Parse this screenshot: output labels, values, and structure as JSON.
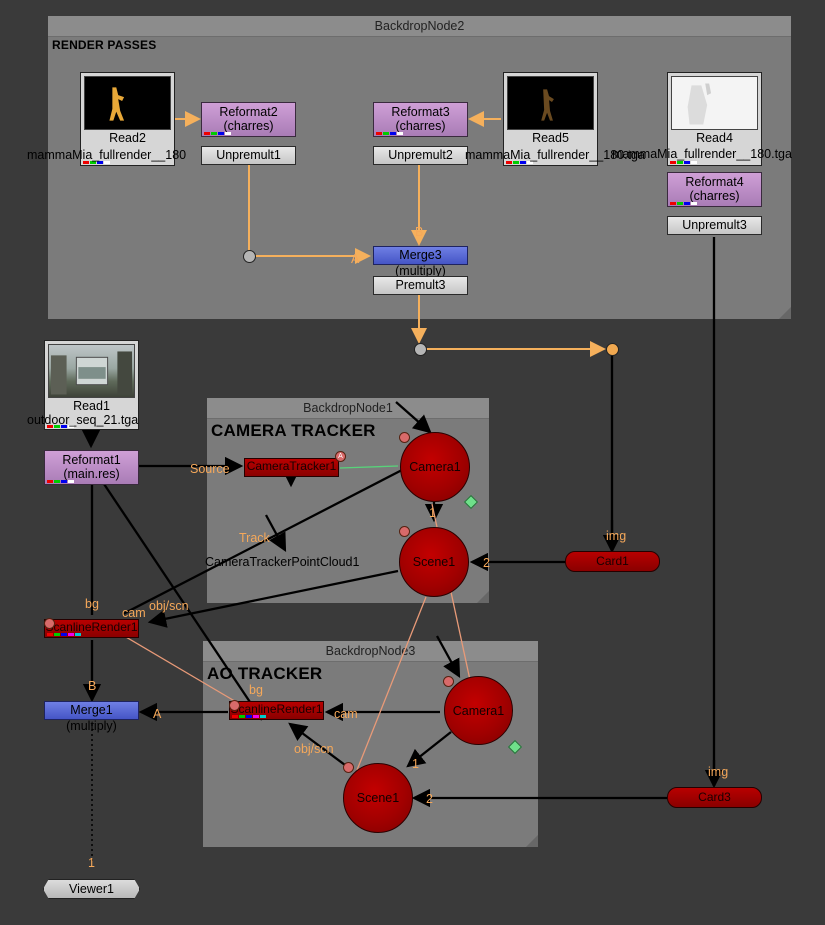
{
  "backdrops": {
    "render_passes": {
      "title": "BackdropNode2",
      "label": "RENDER PASSES"
    },
    "camera_tracker": {
      "title": "BackdropNode1",
      "label": "CAMERA TRACKER"
    },
    "ao_tracker": {
      "title": "BackdropNode3",
      "label": "AO TRACKER"
    }
  },
  "nodes": {
    "read2": {
      "name": "Read2",
      "file": "mammaMia_fullrender__180"
    },
    "read5": {
      "name": "Read5",
      "file": "mammaMia_fullrender__180.tga"
    },
    "read4": {
      "name": "Read4",
      "file": "mammaMia_fullrender__180.tga"
    },
    "read1": {
      "name": "Read1",
      "file": "outdoor_seq_21.tga"
    },
    "reformat2": {
      "name": "Reformat2",
      "sub": "(charres)"
    },
    "reformat3": {
      "name": "Reformat3",
      "sub": "(charres)"
    },
    "reformat4": {
      "name": "Reformat4",
      "sub": "(charres)"
    },
    "reformat1": {
      "name": "Reformat1",
      "sub": "(main.res)"
    },
    "unpremult1": "Unpremult1",
    "unpremult2": "Unpremult2",
    "unpremult3": "Unpremult3",
    "merge3": "Merge3 (multiply)",
    "premult3": "Premult3",
    "cameratracker1": "CameraTracker1",
    "camera1_top": "Camera1",
    "cameratrackerpointcloud1": "CameraTrackerPointCloud1",
    "scene1_top": "Scene1",
    "card1": "Card1",
    "scanlinerender1": "ScanlineRender1",
    "scanlinerender_ao": "ScanlineRender1",
    "camera1_ao": "Camera1",
    "scene1_ao": "Scene1",
    "card3": "Card3",
    "merge1": "Merge1 (multiply)",
    "viewer1": "Viewer1"
  },
  "input_labels": {
    "merge3_a": "A",
    "merge3_b": "B",
    "source": "Source",
    "track": "Track",
    "card1_img": "img",
    "card3_img": "img",
    "sr1_bg": "bg",
    "sr1_cam": "cam",
    "sr1_objscn": "obj/scn",
    "ao_bg": "bg",
    "ao_cam": "cam",
    "ao_objscn": "obj/scn",
    "merge1_a": "A",
    "merge1_b": "B",
    "viewer_1": "1",
    "scene_top_1": "1",
    "scene_top_2": "2",
    "scene_ao_1": "1",
    "scene_ao_2": "2",
    "badge_a": "A"
  },
  "colors": {
    "wire_orange": "#f5b05c",
    "wire_black": "#000000",
    "wire_salmon": "#e89a78",
    "wire_green": "#58d37a",
    "backdrop": "#7b7b7b",
    "canvas": "#3a3a3a"
  }
}
